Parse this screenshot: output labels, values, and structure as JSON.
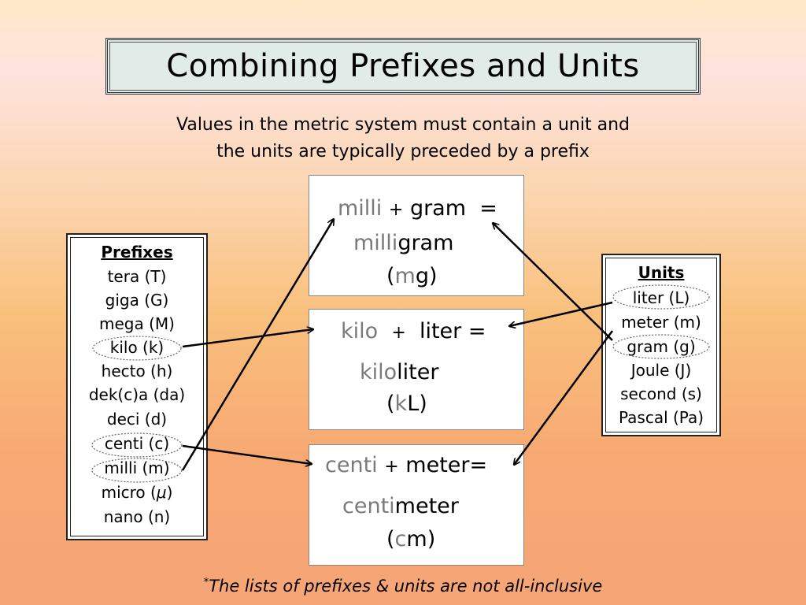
{
  "title": "Combining Prefixes and Units",
  "subtitle": {
    "line1": "Values in the metric system must contain a unit and",
    "line2": "the units are typically preceded by a prefix"
  },
  "prefixes": {
    "heading": "Prefixes",
    "items": [
      "tera (T)",
      "giga (G)",
      "mega (M)",
      "kilo (k)",
      "hecto (h)",
      "dek(c)a (da)",
      "deci (d)",
      "centi (c)",
      "milli (m)",
      "micro (",
      "nano (n)"
    ],
    "micro_symbol": "μ",
    "micro_close": ")"
  },
  "units": {
    "heading": "Units",
    "items": [
      "liter (L)",
      "meter (m)",
      "gram (g)",
      "Joule (J)",
      "second (s)",
      "Pascal (Pa)"
    ]
  },
  "combos": [
    {
      "prefix": "milli",
      "plus": "+",
      "unit": "gram",
      "equals": "=",
      "result_prefix": "milli",
      "result_unit": "gram",
      "open_paren": "(",
      "symbol_prefix": "m",
      "symbol_unit": "g",
      "close_paren": ")"
    },
    {
      "prefix": "kilo",
      "plus": "+",
      "unit": "liter",
      "equals": "=",
      "result_prefix": "kilo",
      "result_unit": "liter",
      "open_paren": "(",
      "symbol_prefix": "k",
      "symbol_unit": "L",
      "close_paren": ")"
    },
    {
      "prefix": "centi",
      "plus": "+",
      "unit": "meter",
      "equals": "=",
      "result_prefix": "centi",
      "result_unit": "meter",
      "open_paren": "(",
      "symbol_prefix": "c",
      "symbol_unit": "m",
      "close_paren": ")"
    }
  ],
  "footnote": {
    "asterisk": "*",
    "text": "The lists of prefixes & units are not all-inclusive"
  }
}
